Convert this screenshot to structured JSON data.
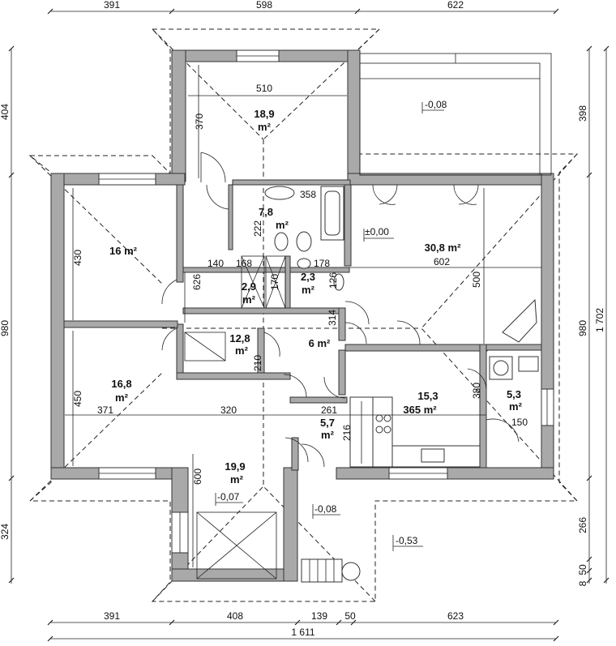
{
  "dimensions": {
    "top": [
      "391",
      "598",
      "622"
    ],
    "bottom": [
      "391",
      "408",
      "139",
      "50",
      "623"
    ],
    "bottom_total": "1 611",
    "left": [
      "404",
      "980",
      "324"
    ],
    "right": [
      "398",
      "980",
      "266",
      "8",
      "50"
    ],
    "right_total": "1 702"
  },
  "rooms": {
    "bedroom_top": {
      "area": "18,9",
      "unit": "m²",
      "width": "510",
      "depth": "370"
    },
    "bedroom_left": {
      "area": "16 m²",
      "depth": "430",
      "side": "626"
    },
    "bedroom_left_lower": {
      "area": "16,8",
      "unit": "m²",
      "width": "371",
      "depth": "450"
    },
    "bathroom": {
      "area": "7,8",
      "unit": "m²",
      "width": "358",
      "depth": "222"
    },
    "wc_1": {
      "area": "2,9",
      "unit": "m²",
      "width": "168",
      "depth": "170",
      "passage": "140"
    },
    "wc_2": {
      "area": "2,3",
      "unit": "m²",
      "width": "178",
      "depth": "126"
    },
    "hall": {
      "area": "12,8",
      "unit": "m²",
      "depth": "210"
    },
    "corridor": {
      "area": "6 m²",
      "depth": "314"
    },
    "living": {
      "area": "30,8 m²",
      "width": "602",
      "depth": "500"
    },
    "kitchen": {
      "area": "15,3",
      "unit": "365 m²",
      "depth": "380",
      "entry": "261"
    },
    "pantry": {
      "area": "5,3",
      "unit": "m²",
      "width": "150"
    },
    "vestibule": {
      "area": "5,7",
      "unit": "m²",
      "depth": "216"
    },
    "garage": {
      "area": "19,9",
      "unit": "m²",
      "width": "320",
      "depth": "600"
    }
  },
  "levels": {
    "terrace": "-0,08",
    "floor": "±0,00",
    "garage": "-0,07",
    "entrance": "-0,08",
    "ground": "-0,53"
  }
}
